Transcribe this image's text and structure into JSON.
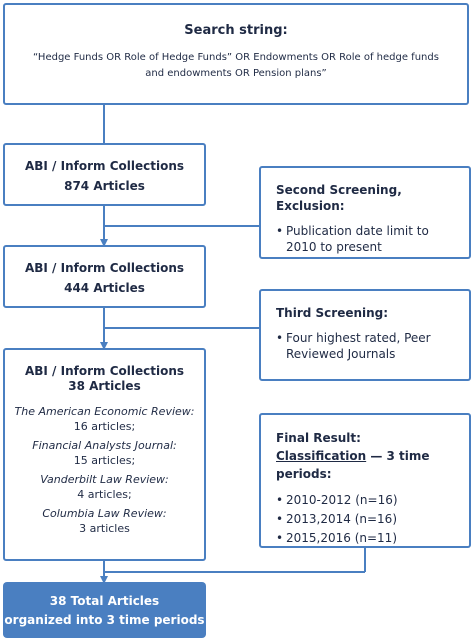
{
  "search": {
    "title": "Search string:",
    "text": "“Hedge Funds OR Role of Hedge Funds” OR Endowments OR Role of hedge funds and endowments OR Pension plans”"
  },
  "collection1": {
    "title": "ABI / Inform Collections",
    "count": "874 Articles"
  },
  "collection2": {
    "title": "ABI / Inform Collections",
    "count": "444 Articles"
  },
  "collection3": {
    "title": "ABI / Inform Collections",
    "count": "38 Articles",
    "journals": [
      {
        "name": "The American Economic Review:",
        "count": "16 articles;"
      },
      {
        "name": "Financial Analysts Journal:",
        "count": "15 articles;"
      },
      {
        "name": "Vanderbilt Law Review:",
        "count": "4 articles;"
      },
      {
        "name": "Columbia Law Review:",
        "count": "3 articles"
      }
    ]
  },
  "second_screening": {
    "title": "Second Screening, Exclusion:",
    "bullet": "Publication date limit to 2010 to present"
  },
  "third_screening": {
    "title": "Third Screening:",
    "bullet": "Four highest rated, Peer Reviewed Journals"
  },
  "final_result": {
    "title": "Final Result:",
    "classification_label": "Classification",
    "classification_rest": " — 3 time periods:",
    "periods": [
      "2010-2012 (n=16)",
      "2013,2014 (n=16)",
      "2015,2016 (n=11)"
    ]
  },
  "total": {
    "line1": "38 Total Articles",
    "line2": "organized into 3 time periods"
  },
  "colors": {
    "border": "#4a7fc1",
    "result_fill": "#4a7fc1",
    "text": "#1f2a44"
  },
  "bullet_glyph": "•"
}
